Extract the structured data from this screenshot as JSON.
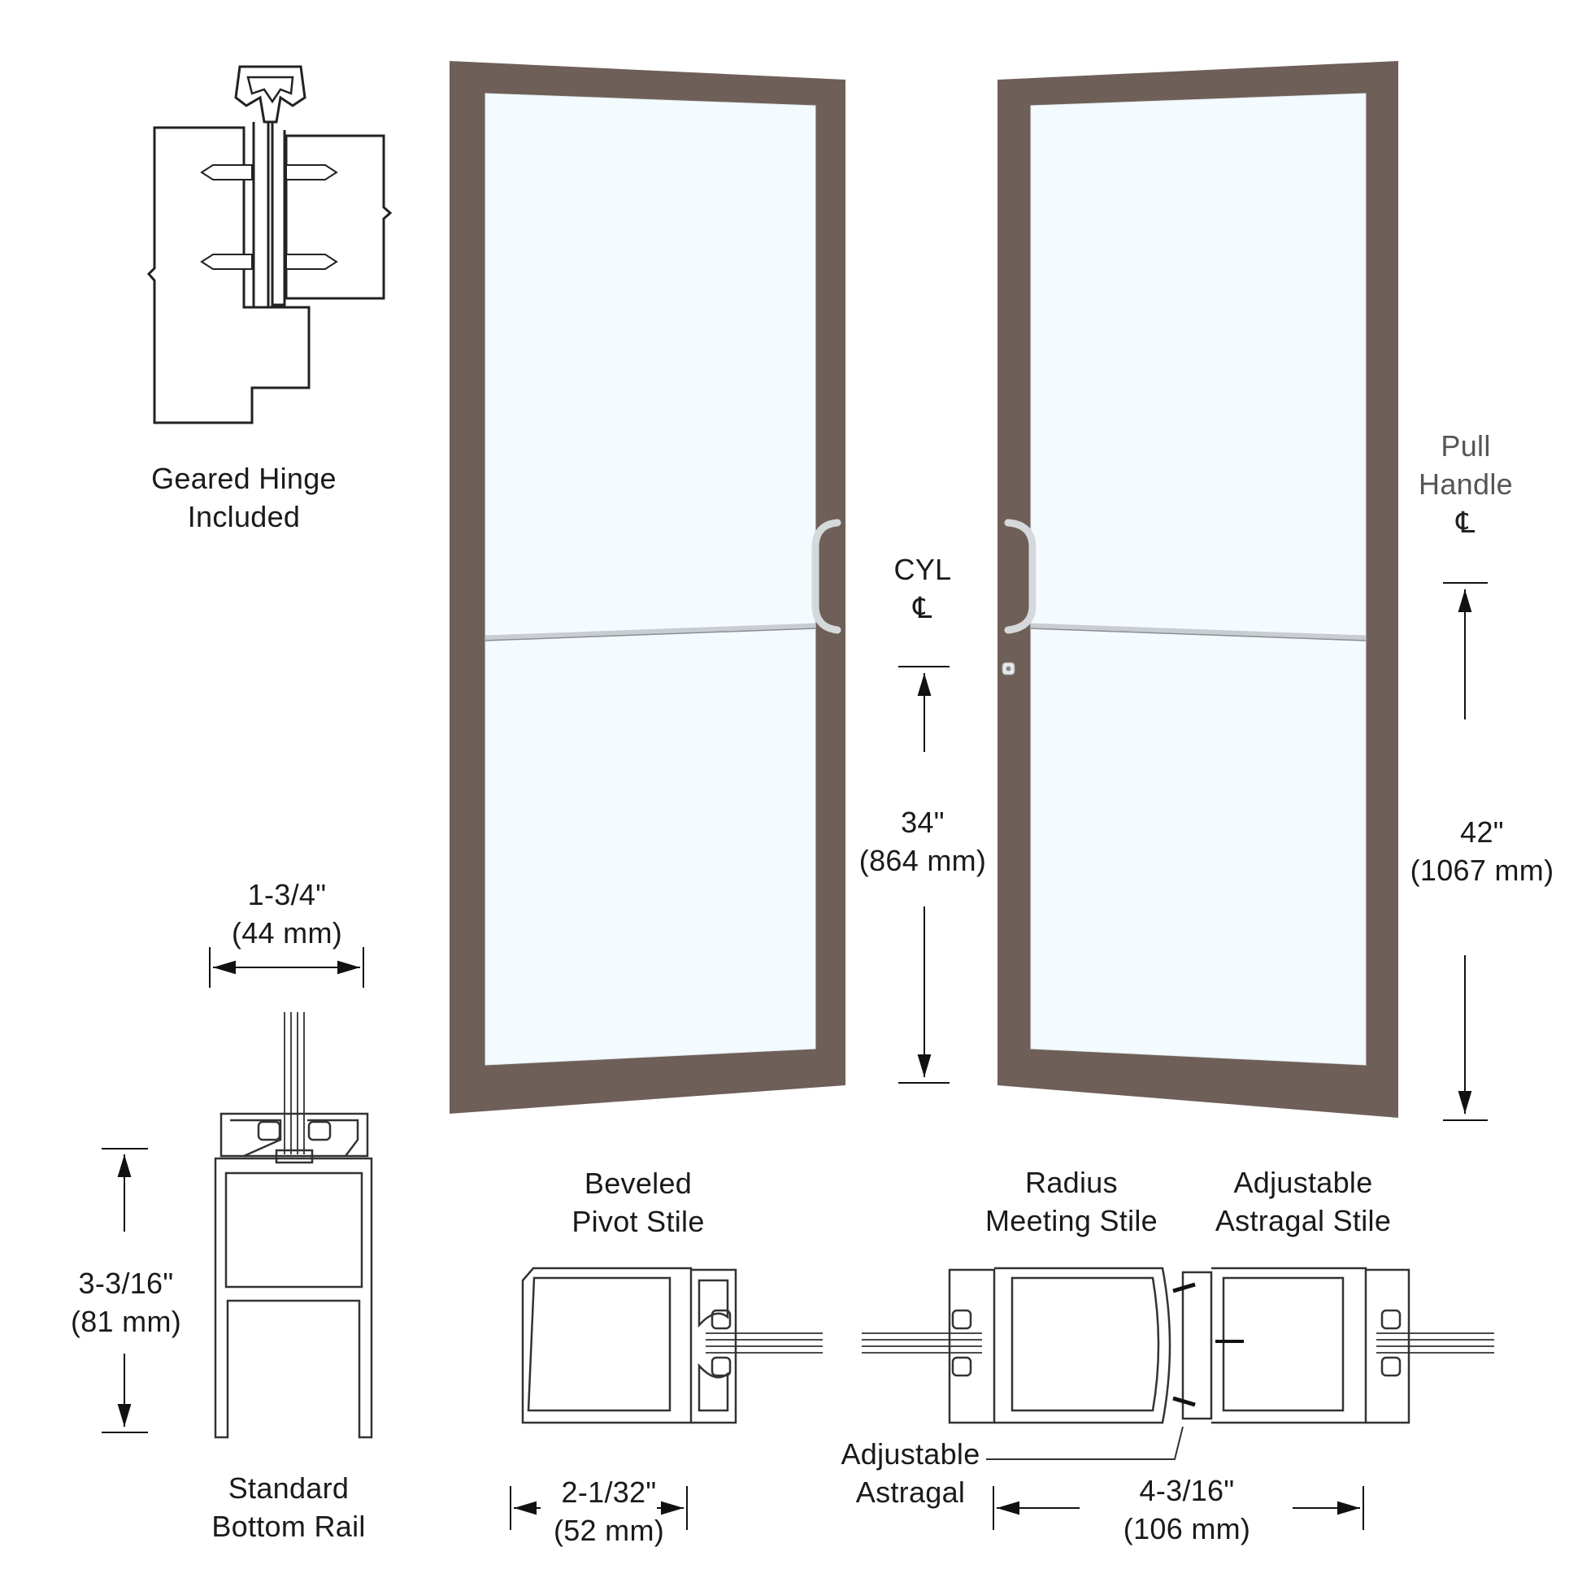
{
  "colors": {
    "frame": "#6e5f58",
    "frame_edge": "#5a4c46",
    "glass": "#f4fbfe",
    "line": "#222222",
    "hardware": "#c9cdd1"
  },
  "hinge_detail": {
    "label_line1": "Geared Hinge",
    "label_line2": "Included"
  },
  "doors": {
    "left": {
      "panel": "pivot-door-leaf",
      "hardware": "pull-handle-and-push-bar"
    },
    "right": {
      "panel": "active-door-leaf",
      "hardware": "pull-handle-push-bar-cylinder"
    }
  },
  "dimensions": {
    "cyl_label_line1": "CYL",
    "cyl_centerline": "℄",
    "cyl_height_in": "34\"",
    "cyl_height_mm": "(864 mm)",
    "pull_label_line1": "Pull",
    "pull_label_line2": "Handle",
    "pull_centerline": "℄",
    "pull_height_in": "42\"",
    "pull_height_mm": "(1067 mm)",
    "rail_width_in": "1-3/4\"",
    "rail_width_mm": "(44 mm)",
    "rail_height_in": "3-3/16\"",
    "rail_height_mm": "(81 mm)",
    "pivot_width_in": "2-1/32\"",
    "pivot_width_mm": "(52 mm)",
    "meeting_width_in": "4-3/16\"",
    "meeting_width_mm": "(106 mm)"
  },
  "sections": {
    "bottom_rail": {
      "label_line1": "Standard",
      "label_line2": "Bottom Rail"
    },
    "pivot_stile": {
      "label_line1": "Beveled",
      "label_line2": "Pivot Stile"
    },
    "meeting_stile": {
      "label_line1": "Radius",
      "label_line2": "Meeting Stile"
    },
    "astragal_stile": {
      "label_line1": "Adjustable",
      "label_line2": "Astragal Stile"
    },
    "astragal_callout": {
      "label_line1": "Adjustable",
      "label_line2": "Astragal"
    }
  }
}
